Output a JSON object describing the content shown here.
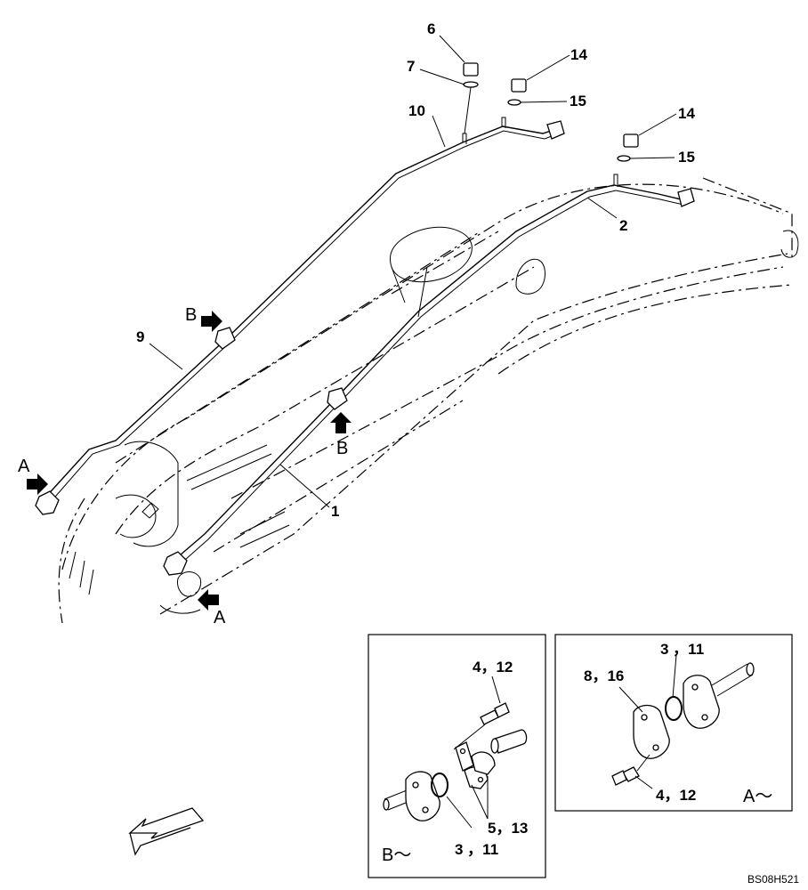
{
  "labels": {
    "p1": "1",
    "p2": "2",
    "p6": "6",
    "p7": "7",
    "p9": "9",
    "p10": "10",
    "p14a": "14",
    "p14b": "14",
    "p15a": "15",
    "p15b": "15",
    "ref_a_top": "A",
    "ref_b_top": "B",
    "ref_b_mid": "B",
    "ref_a_bottom": "A"
  },
  "detail_b": {
    "l_4_12": "4，12",
    "l_5_13": "5，13",
    "l_3_11": "3 ，11",
    "caption": "B～"
  },
  "detail_a": {
    "l_3_11": "3 ，11",
    "l_8_16": "8，16",
    "l_4_12": "4，12",
    "caption": "A～"
  },
  "drawing_code": "BS08H521"
}
